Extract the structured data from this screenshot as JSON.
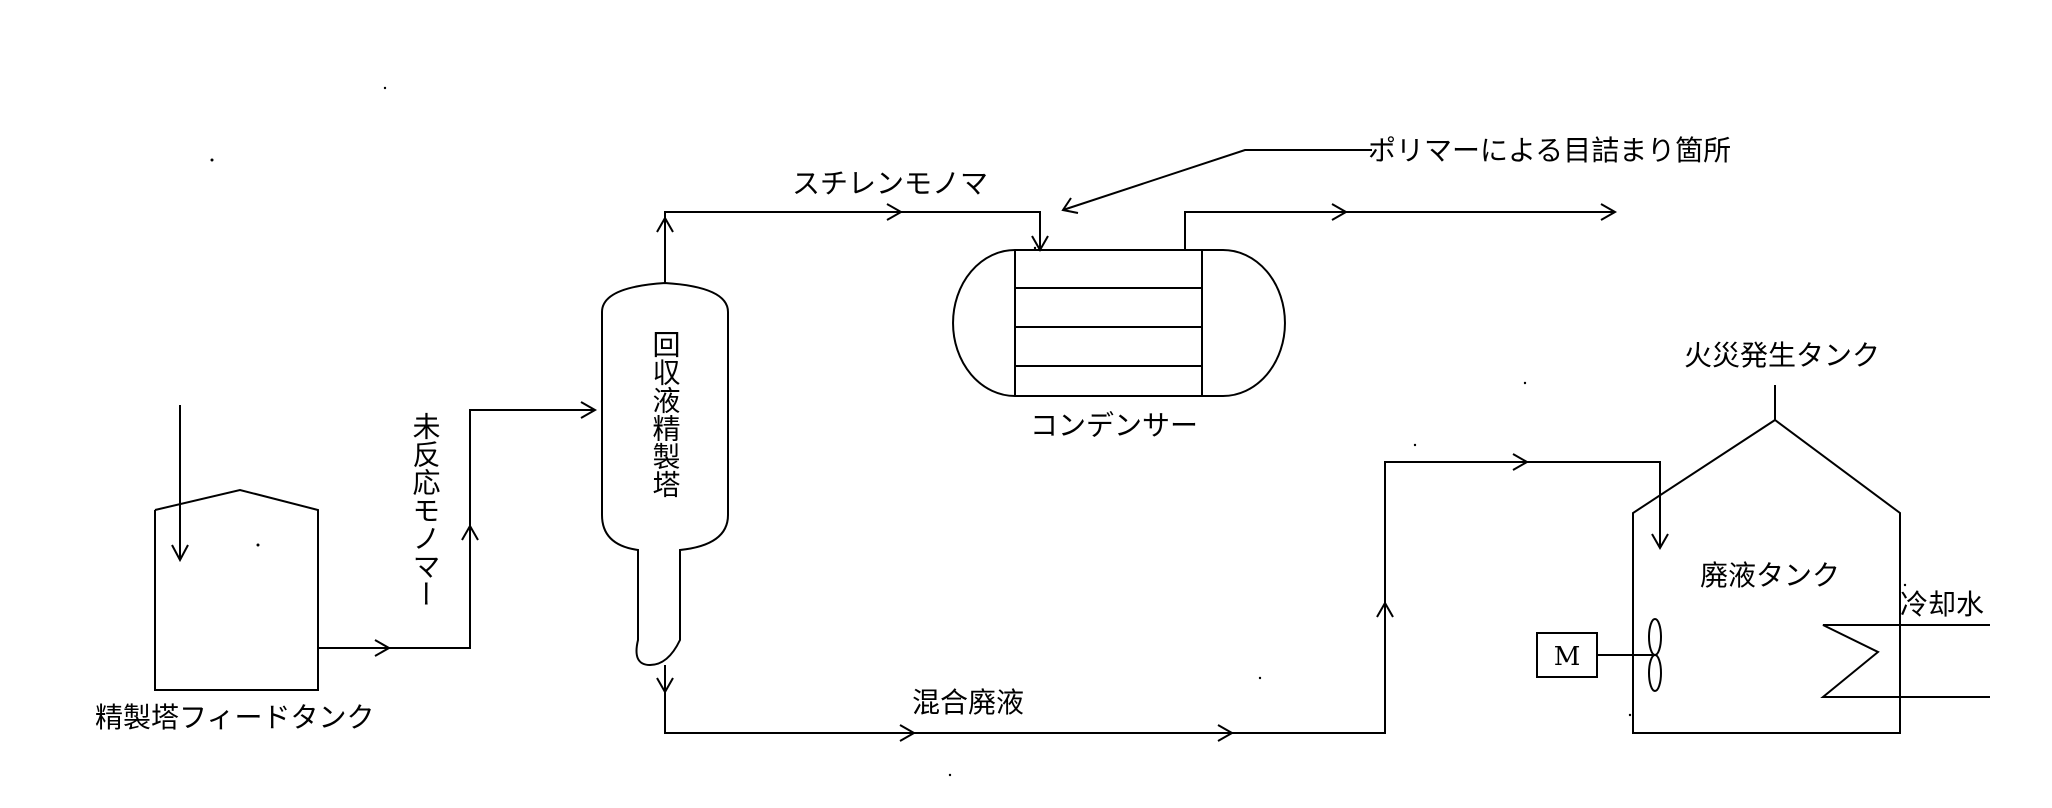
{
  "labels": {
    "feed_tank": "精製塔フィードタンク",
    "unreacted_monomer": "未反応モノマー",
    "tower": "回収液精製塔",
    "styrene_monomer": "スチレンモノマ",
    "clog_location": "ポリマーによる目詰まり箇所",
    "condenser": "コンデンサー",
    "fire_tank": "火災発生タンク",
    "waste_tank": "廃液タンク",
    "cooling_water": "冷却水",
    "mixed_waste": "混合廃液",
    "motor": "M"
  }
}
